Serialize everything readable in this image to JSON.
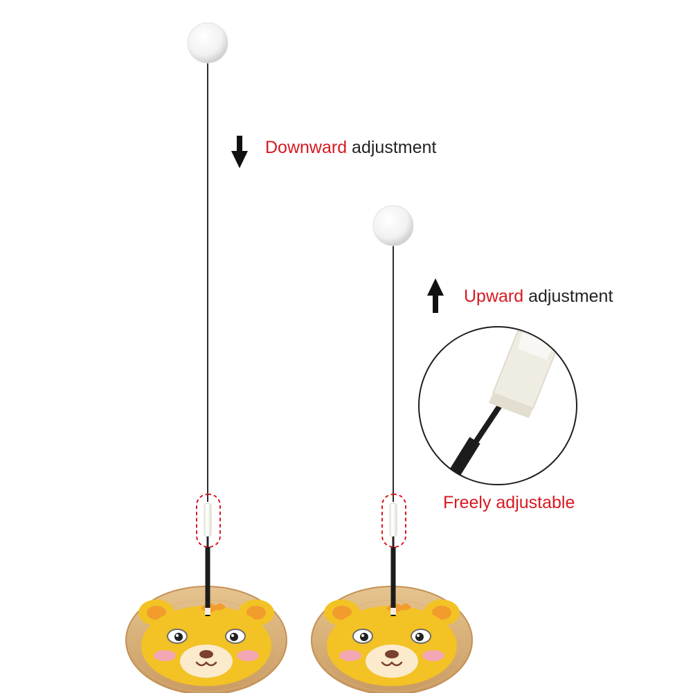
{
  "labels": {
    "downward": {
      "accent": "Downward",
      "rest": " adjustment"
    },
    "upward": {
      "accent": "Upward",
      "rest": " adjustment"
    },
    "freely": "Freely adjustable"
  },
  "colors": {
    "accent_red": "#d71920",
    "text_dark": "#222222",
    "bear_yellow": "#f3c224",
    "wood": "#d9b27c"
  },
  "icons": [
    "arrow-down-icon",
    "arrow-up-icon"
  ]
}
